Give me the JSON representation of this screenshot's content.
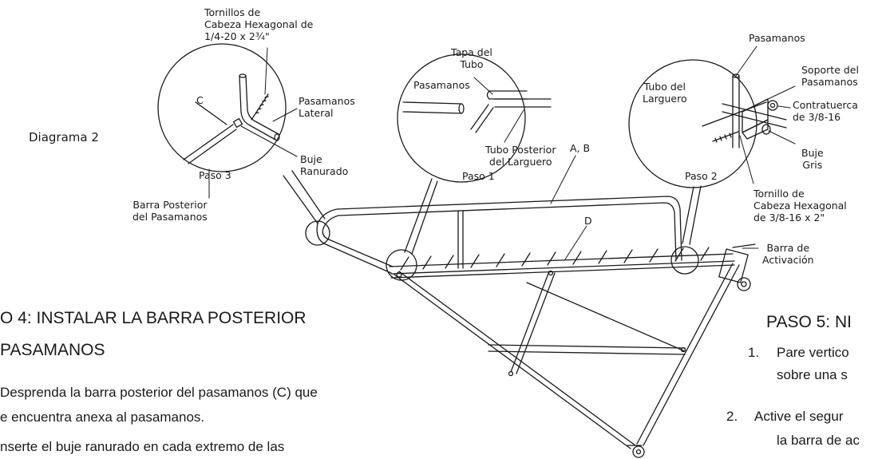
{
  "diagram_label": "Diagrama 2",
  "details": {
    "step3": {
      "title": "Paso 3",
      "screws": [
        "Tornillos de",
        "Cabeza Hexagonal de",
        "1/4-20 x 2¾\""
      ],
      "c_letter": "C",
      "side_handrail": [
        "Pasamanos",
        "Lateral"
      ],
      "bushing": [
        "Buje",
        "Ranurado"
      ],
      "rear_bar": [
        "Barra Posterior",
        "del Pasamanos"
      ]
    },
    "step1": {
      "title": "Paso 1",
      "cap": [
        "Tapa del",
        "Tubo"
      ],
      "handrail": "Pasamanos",
      "rear_tube": [
        "Tubo Posterior",
        "del Larguero"
      ]
    },
    "step2": {
      "title": "Paso 2",
      "handrail": "Pasamanos",
      "support": [
        "Soporte del",
        "Pasamanos"
      ],
      "stringer_tube": [
        "Tubo del",
        "Larguero"
      ],
      "locknut": [
        "Contratuerca",
        "de 3/8-16"
      ],
      "grey_bushing": [
        "Buje",
        "Gris"
      ],
      "bolt": [
        "Tornillo de",
        "Cabeza Hexagonal",
        "de 3/8-16 x 2\""
      ]
    }
  },
  "parts": {
    "ab": "A, B",
    "d": "D",
    "activation_bar": [
      "Barra de",
      "Activación"
    ]
  },
  "step4": {
    "heading_line1": "O 4: INSTALAR LA BARRA POSTERIOR",
    "heading_line2": " PASAMANOS",
    "item1_line1": "Desprenda la barra posterior del pasamanos (C) que",
    "item1_line2": "e encuentra anexa al pasamanos.",
    "item2_line1": "nserte el buje ranurado en cada extremo de las"
  },
  "step5": {
    "heading": "PASO 5: NI",
    "item1_num": "1.",
    "item1_line1": "Pare vertico",
    "item1_line2": "sobre una s",
    "item2_num": "2.",
    "item2_line1": "Active el segur",
    "item2_line2": "la barra de ac"
  },
  "colors": {
    "ink": "#1a1a1a",
    "background": "#ffffff"
  }
}
